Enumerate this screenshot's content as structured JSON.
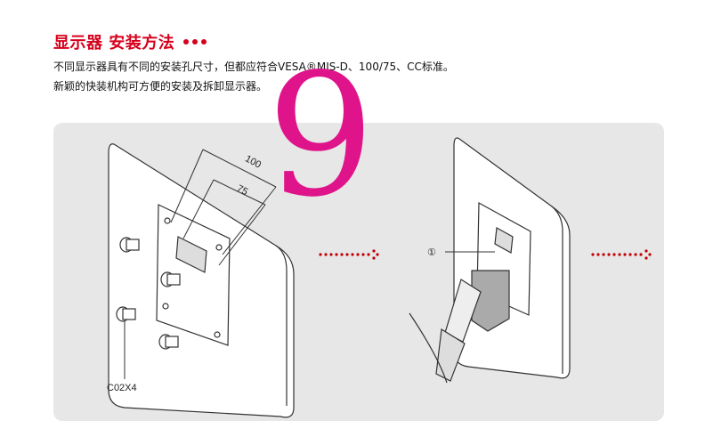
{
  "header": {
    "title": "显示器 安装方法",
    "desc_line1": "不同显示器具有不同的安装孔尺寸，但都应符合VESA®MIS-D、100/75、CC标准。",
    "desc_line2": "新颖的快装机构可方便的安装及拆卸显示器。"
  },
  "overlay": {
    "number": "9"
  },
  "diagram": {
    "dim_100": "100",
    "dim_75": "75",
    "screw_label": "C02X4",
    "callout": "①"
  },
  "colors": {
    "accent": "#d6001c",
    "overlay": "#e0148a",
    "panel": "#e7e7e7"
  }
}
